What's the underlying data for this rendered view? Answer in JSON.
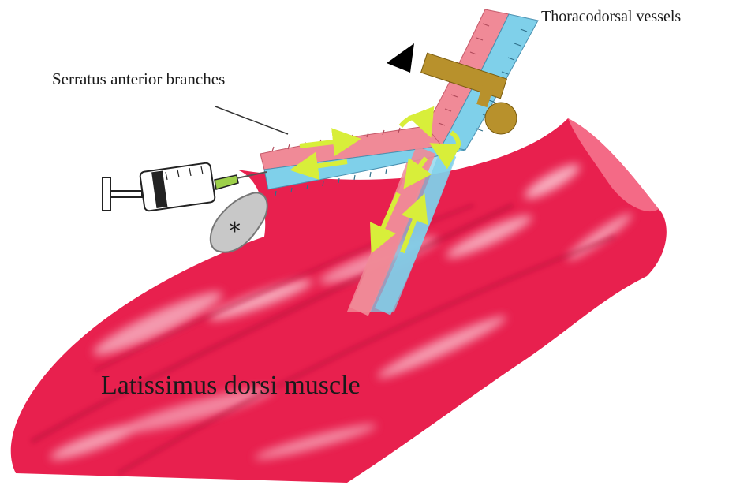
{
  "labels": {
    "thoracodorsal": "Thoracodorsal vessels",
    "serratus": "Serratus anterior branches",
    "muscle": "Latissimus dorsi muscle",
    "seroma_marker": "*"
  },
  "markers": {
    "triangle_icon": "black-triangle-pointer",
    "clamp_icon": "vascular-clamp",
    "syringe_icon": "syringe",
    "flow_arrows": "yellow-flow-arrows"
  },
  "colors": {
    "muscle": "#e8204e",
    "muscle_dark": "#c4143c",
    "artery": "#f08a97",
    "vein": "#7fd0ea",
    "clamp": "#b8912c",
    "arrow": "#d8ee3a",
    "seroma": "#c8c8c8"
  }
}
